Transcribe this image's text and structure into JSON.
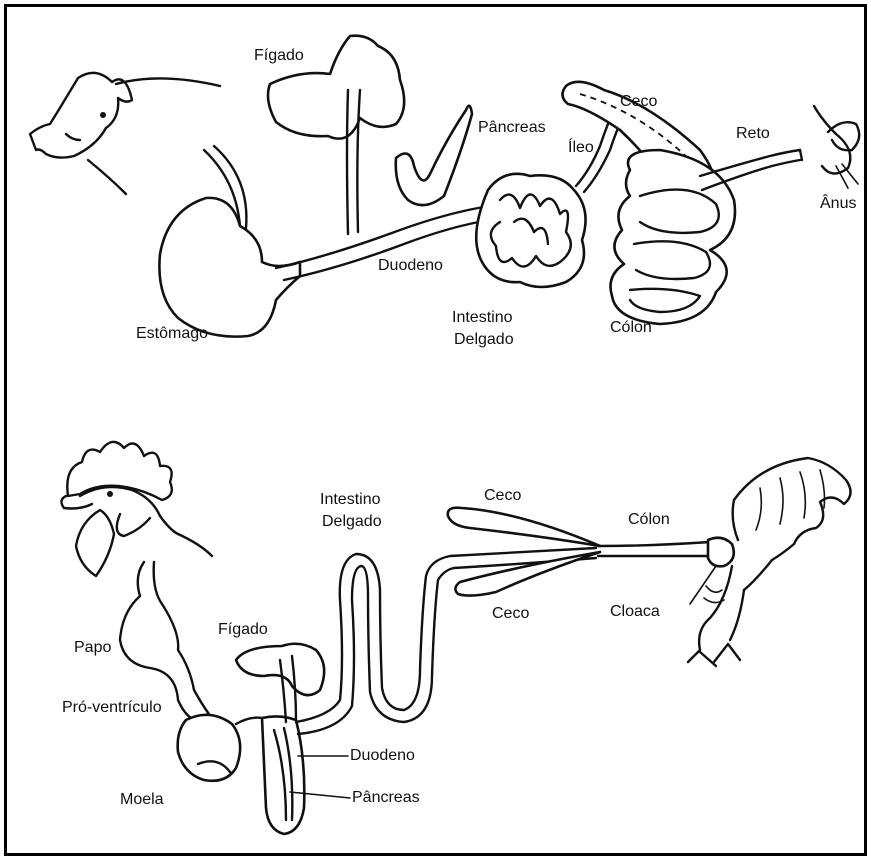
{
  "labels": {
    "pig": {
      "figado": "Fígado",
      "pancreas": "Pâncreas",
      "ceco": "Ceco",
      "ileo": "Íleo",
      "reto": "Reto",
      "anus": "Ânus",
      "duodeno": "Duodeno",
      "estomago": "Estômago",
      "intestino_line1": "Intestino",
      "intestino_line2": "Delgado",
      "colon": "Cólon"
    },
    "chicken": {
      "intestino_line1": "Intestino",
      "intestino_line2": "Delgado",
      "ceco_top": "Ceco",
      "colon": "Cólon",
      "ceco_bottom": "Ceco",
      "cloaca": "Cloaca",
      "papo": "Papo",
      "figado": "Fígado",
      "proventriculo": "Pró-ventrículo",
      "duodeno": "Duodeno",
      "moela": "Moela",
      "pancreas": "Pâncreas"
    }
  }
}
